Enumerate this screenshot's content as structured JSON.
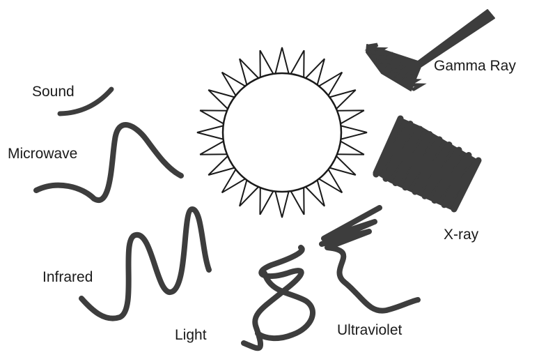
{
  "labels": {
    "sound": "Sound",
    "microwave": "Microwave",
    "infrared": "Infrared",
    "light": "Light",
    "ultraviolet": "Ultraviolet",
    "xray": "X-ray",
    "gamma": "Gamma Ray"
  },
  "colors": {
    "wave": "#3d3d3d",
    "outline": "#1a1a1a",
    "background": "#ffffff"
  },
  "sun": {
    "ray_count": 24
  }
}
